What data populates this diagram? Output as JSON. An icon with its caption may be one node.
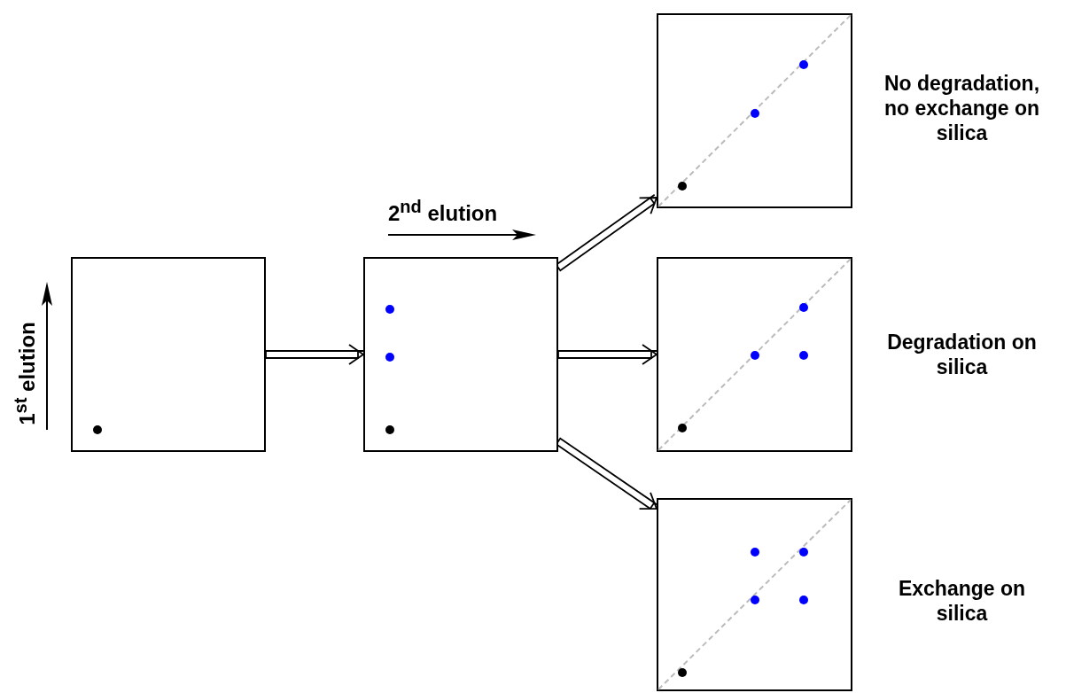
{
  "diagram": {
    "nodes": [
      {
        "text": [],
        "shape": "box"
      },
      {
        "text": [],
        "shape": "box"
      },
      {
        "text": [],
        "shape": "box",
        "beside": [
          "No degradation, no exchange on silica"
        ]
      },
      {
        "text": [],
        "shape": "box",
        "beside": [
          "Degradation on silica"
        ]
      },
      {
        "text": [],
        "shape": "box",
        "beside": [
          "Exchange on silica"
        ]
      }
    ],
    "edges": [
      {
        "from": 0,
        "to": 1,
        "arrow": "to"
      },
      {
        "from": 1,
        "to": 2,
        "arrow": "to"
      },
      {
        "from": 1,
        "to": 3,
        "arrow": "to"
      },
      {
        "from": 1,
        "to": 4,
        "arrow": "to"
      }
    ],
    "labels": [
      "1$^{st}$ elution",
      "2$^{nd}$ elution"
    ]
  }
}
